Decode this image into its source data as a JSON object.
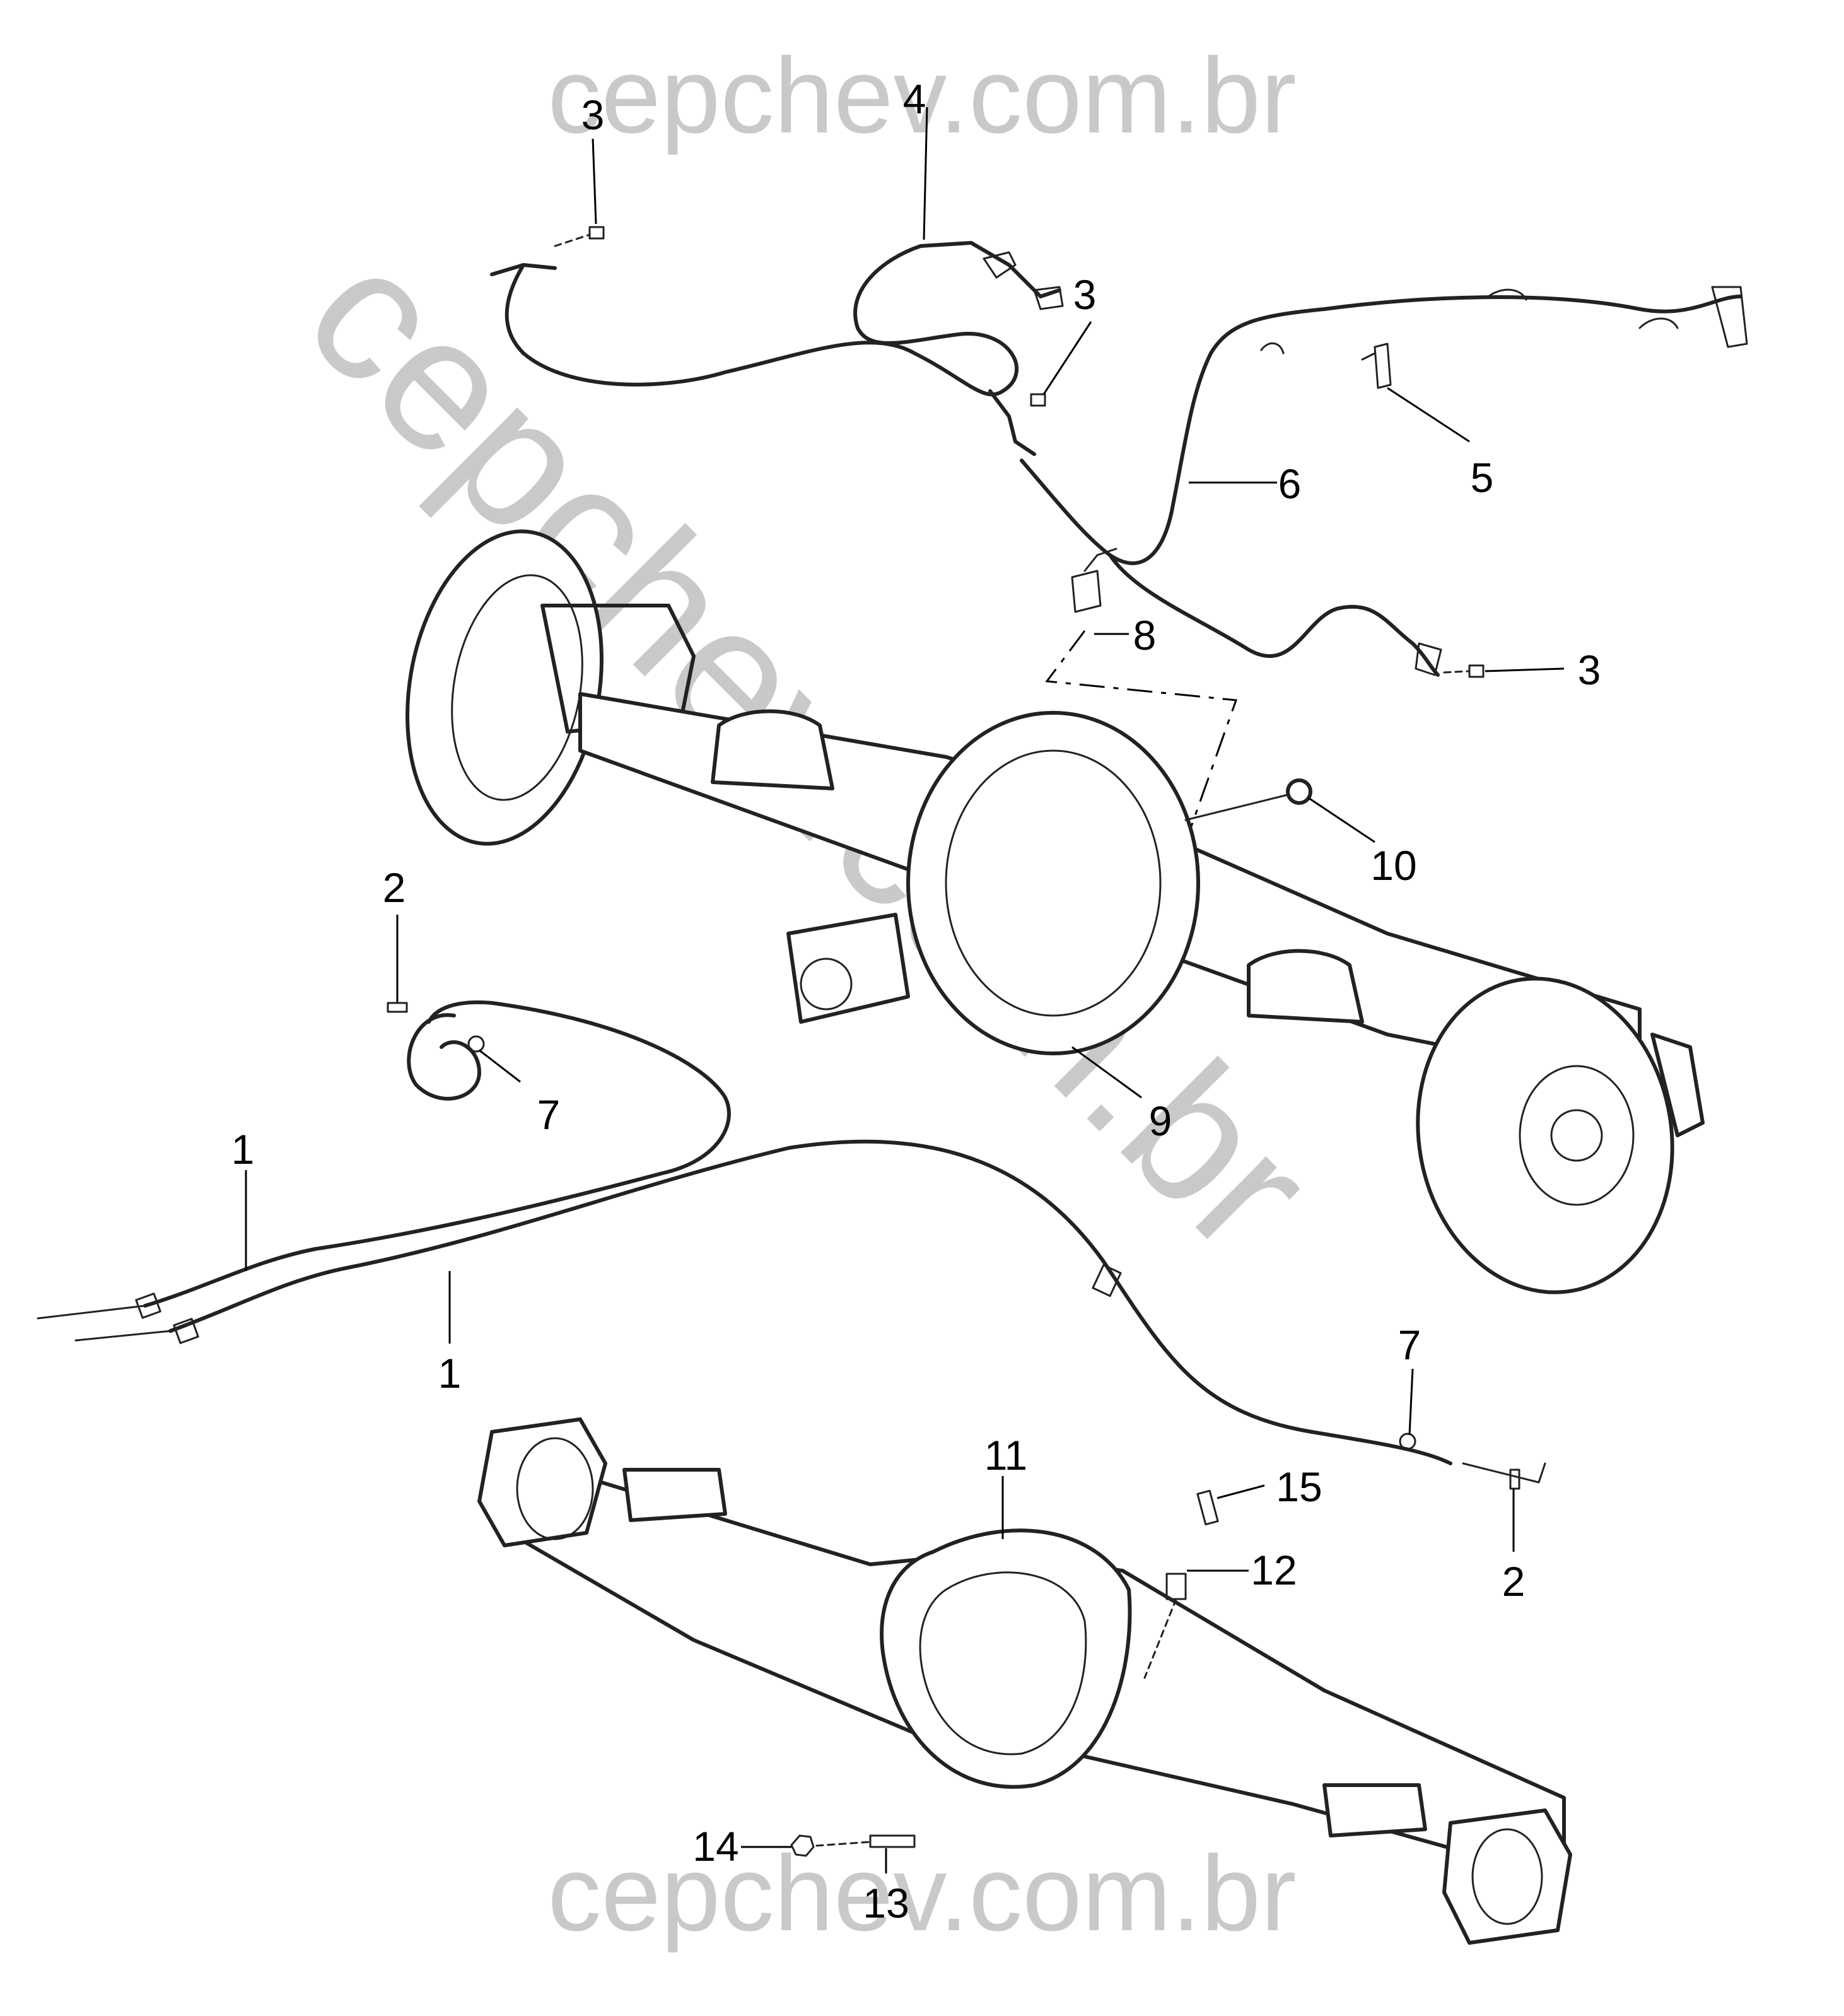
{
  "watermark": {
    "top": "cepchev.com.br",
    "bottom": "cepchev.com.br",
    "diagonal": "cepchev.com.br"
  },
  "callouts": {
    "c1a": "1",
    "c1b": "1",
    "c2a": "2",
    "c2b": "2",
    "c3a": "3",
    "c3b": "3",
    "c3c": "3",
    "c4": "4",
    "c5": "5",
    "c6": "6",
    "c7a": "7",
    "c7b": "7",
    "c8": "8",
    "c9": "9",
    "c10": "10",
    "c11": "11",
    "c12": "12",
    "c13": "13",
    "c14": "14",
    "c15": "15"
  }
}
